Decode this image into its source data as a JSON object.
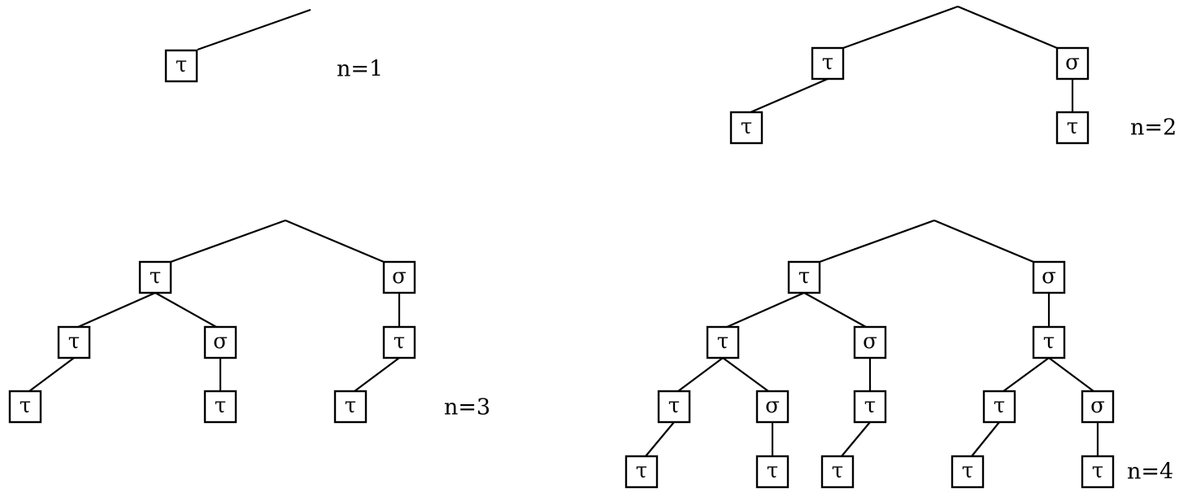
{
  "colors": {
    "stroke": "#000000",
    "background": "#ffffff"
  },
  "trees": [
    {
      "label": "n=1",
      "nodes": [
        {
          "id": "a",
          "symbol": "τ"
        }
      ],
      "edges": []
    },
    {
      "label": "n=2",
      "nodes": [
        {
          "id": "a",
          "symbol": "τ"
        },
        {
          "id": "b",
          "symbol": "σ"
        },
        {
          "id": "c",
          "symbol": "τ"
        },
        {
          "id": "d",
          "symbol": "τ"
        }
      ],
      "edges": [
        [
          "a",
          "c"
        ],
        [
          "b",
          "d"
        ]
      ]
    },
    {
      "label": "n=3",
      "nodes": [
        {
          "id": "a",
          "symbol": "τ"
        },
        {
          "id": "b",
          "symbol": "σ"
        },
        {
          "id": "c",
          "symbol": "τ"
        },
        {
          "id": "d",
          "symbol": "σ"
        },
        {
          "id": "e",
          "symbol": "τ"
        },
        {
          "id": "f",
          "symbol": "τ"
        },
        {
          "id": "g",
          "symbol": "τ"
        },
        {
          "id": "h",
          "symbol": "τ"
        }
      ],
      "edges": [
        [
          "a",
          "c"
        ],
        [
          "a",
          "d"
        ],
        [
          "b",
          "e"
        ],
        [
          "c",
          "f"
        ],
        [
          "d",
          "g"
        ],
        [
          "e",
          "h"
        ]
      ]
    },
    {
      "label": "n=4",
      "nodes": [
        {
          "id": "a",
          "symbol": "τ"
        },
        {
          "id": "b",
          "symbol": "σ"
        },
        {
          "id": "c",
          "symbol": "τ"
        },
        {
          "id": "d",
          "symbol": "σ"
        },
        {
          "id": "e",
          "symbol": "τ"
        },
        {
          "id": "f",
          "symbol": "τ"
        },
        {
          "id": "g",
          "symbol": "σ"
        },
        {
          "id": "h",
          "symbol": "τ"
        },
        {
          "id": "i",
          "symbol": "τ"
        },
        {
          "id": "j",
          "symbol": "σ"
        },
        {
          "id": "k",
          "symbol": "τ"
        },
        {
          "id": "l",
          "symbol": "τ"
        },
        {
          "id": "m",
          "symbol": "τ"
        },
        {
          "id": "n",
          "symbol": "τ"
        },
        {
          "id": "o",
          "symbol": "τ"
        }
      ],
      "edges": [
        [
          "a",
          "c"
        ],
        [
          "a",
          "d"
        ],
        [
          "b",
          "e"
        ],
        [
          "c",
          "f"
        ],
        [
          "c",
          "g"
        ],
        [
          "d",
          "h"
        ],
        [
          "e",
          "i"
        ],
        [
          "e",
          "j"
        ],
        [
          "f",
          "k"
        ],
        [
          "g",
          "l"
        ],
        [
          "h",
          "m"
        ],
        [
          "i",
          "n"
        ],
        [
          "j",
          "o"
        ]
      ]
    }
  ]
}
